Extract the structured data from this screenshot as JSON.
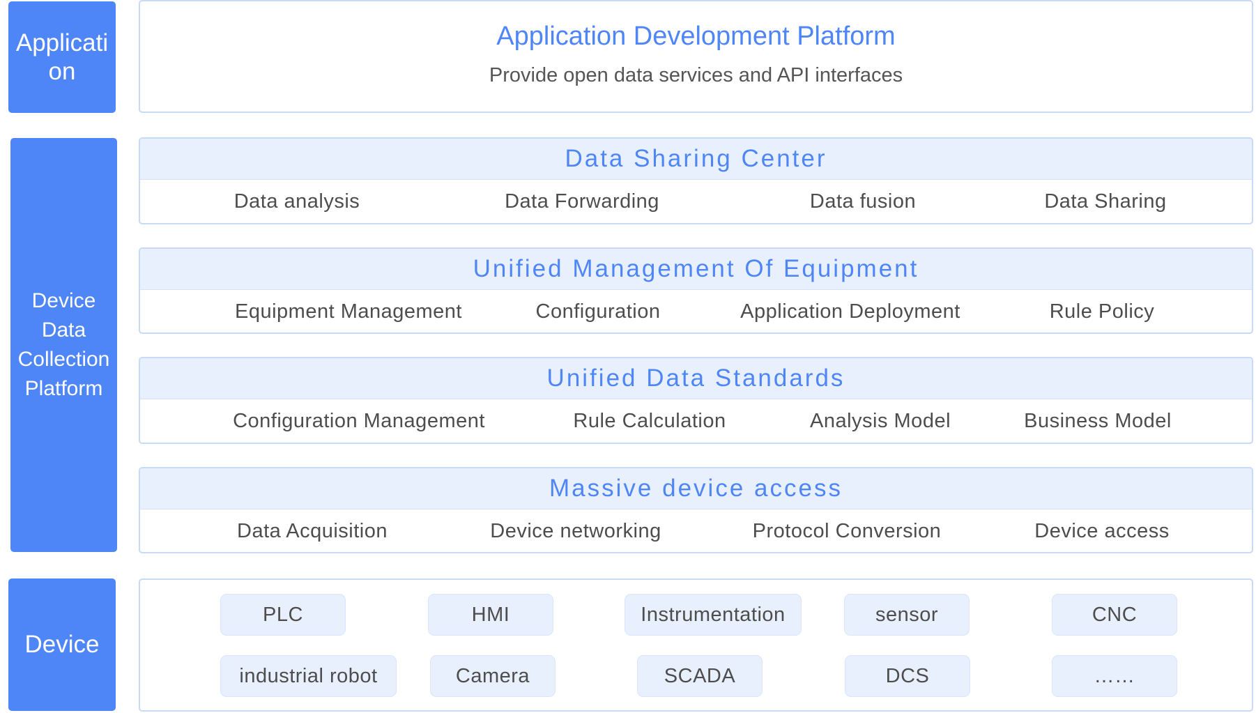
{
  "side_labels": {
    "application": "Application",
    "platform": "Device Data Collection Platform",
    "device": "Device"
  },
  "application_layer": {
    "title": "Application Development Platform",
    "subtitle": "Provide open data services and API interfaces"
  },
  "platform_layers": [
    {
      "title": "Data Sharing Center",
      "items": [
        "Data analysis",
        "Data Forwarding",
        "Data fusion",
        "Data Sharing"
      ]
    },
    {
      "title": "Unified Management Of Equipment",
      "items": [
        "Equipment Management",
        "Configuration",
        "Application Deployment",
        "Rule Policy"
      ]
    },
    {
      "title": "Unified Data Standards",
      "items": [
        "Configuration Management",
        "Rule Calculation",
        "Analysis Model",
        "Business Model"
      ]
    },
    {
      "title": "Massive device access",
      "items": [
        "Data Acquisition",
        "Device networking",
        "Protocol Conversion",
        "Device access"
      ]
    }
  ],
  "devices": {
    "row1": [
      "PLC",
      "HMI",
      "Instrumentation",
      "sensor",
      "CNC"
    ],
    "row2": [
      "industrial robot",
      "Camera",
      "SCADA",
      "DCS",
      "……"
    ]
  },
  "colors": {
    "accent": "#4f86f7",
    "header_fill": "#e9f0fd",
    "border": "#c9d9f8",
    "text": "#4d4d4d"
  }
}
